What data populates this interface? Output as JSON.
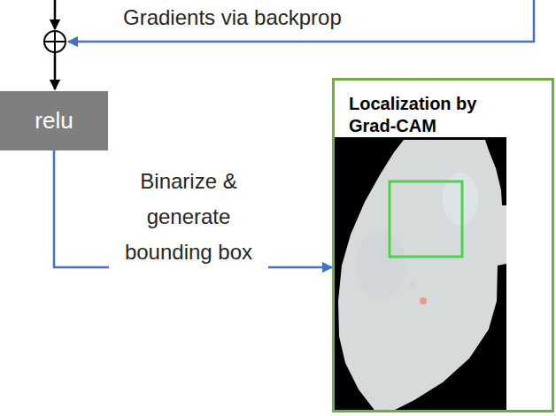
{
  "diagram": {
    "nodes": [
      {
        "text": [
          "relu"
        ]
      },
      {
        "text": [
          "Localization by Grad-CAM"
        ]
      }
    ],
    "edges": [
      {
        "from": 0,
        "to": 1,
        "arrow": "to",
        "label": "Binarize & generate bounding box"
      }
    ],
    "labels": [
      "Gradients via backprop"
    ]
  }
}
